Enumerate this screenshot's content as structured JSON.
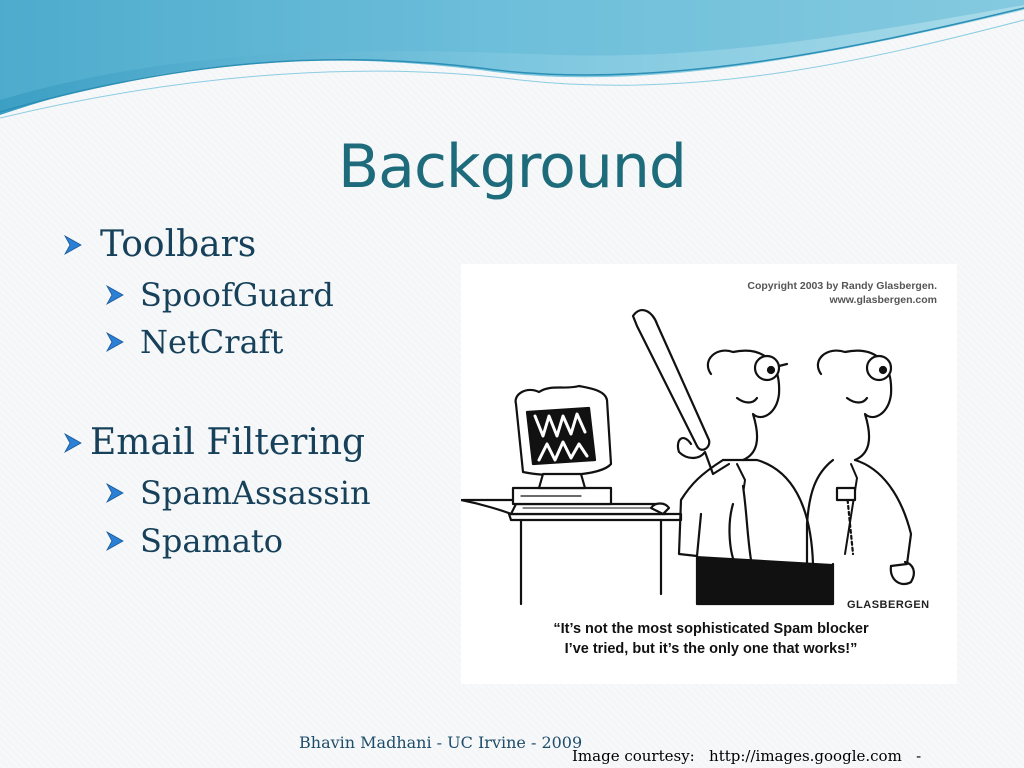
{
  "slide": {
    "title": "Background",
    "bullets": [
      {
        "label": "Toolbars",
        "children": [
          "SpoofGuard",
          "NetCraft"
        ]
      },
      {
        "label": "Email Filtering",
        "children": [
          "SpamAssassin",
          "Spamato"
        ]
      }
    ],
    "icons": {
      "bullet": "arrow-bullet-icon"
    },
    "colors": {
      "title": "#1e6b7b",
      "text": "#17415a",
      "bullet": "#2b7fd4",
      "wave": "#5fb8d6"
    }
  },
  "cartoon": {
    "copyright_line1": "Copyright 2003 by Randy Glasbergen.",
    "copyright_line2": "www.glasbergen.com",
    "caption_line1": "“It’s not the most sophisticated Spam blocker",
    "caption_line2": "I’ve tried, but it’s the only one that works!”",
    "signature": "GLASBERGEN"
  },
  "footer": {
    "author": "Bhavin Madhani - UC Irvine -  2009",
    "credit": "Image courtesy:   http://images.google.com   -"
  }
}
